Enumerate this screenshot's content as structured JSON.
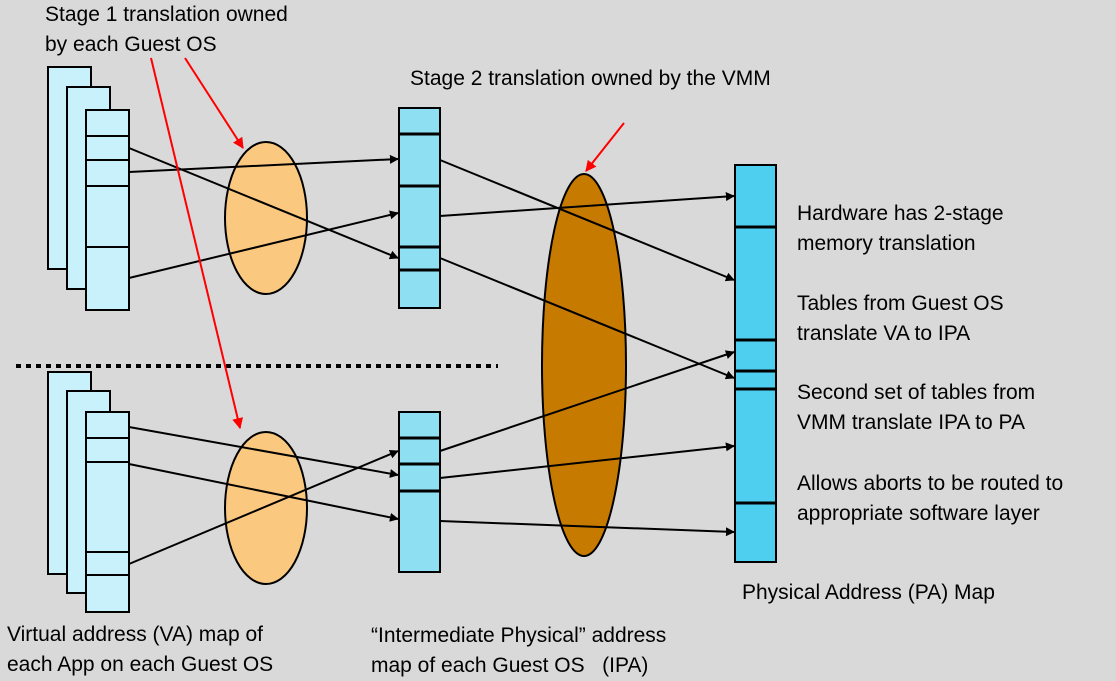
{
  "labels": {
    "stage1_line1": "Stage 1 translation owned",
    "stage1_line2": "by each Guest OS",
    "stage2": "Stage 2 translation owned by the VMM",
    "va_line1": "Virtual address (VA) map of",
    "va_line2": "each App on each Guest OS",
    "ipa_line1": "“Intermediate Physical” address",
    "ipa_line2": "map of each Guest OS   (IPA)",
    "pa_map": "Physical Address (PA) Map"
  },
  "notes": [
    {
      "line1": "Hardware has 2-stage",
      "line2": "memory translation"
    },
    {
      "line1": "Tables from Guest OS",
      "line2": "translate VA to IPA"
    },
    {
      "line1": "Second set of tables from",
      "line2": "VMM translate IPA to PA"
    },
    {
      "line1": "Allows aborts to be routed to",
      "line2": "appropriate software layer"
    }
  ],
  "colors": {
    "background": "#d9d9d9",
    "va_map_fill": "#c9f1fb",
    "ipa_map_fill": "#8fdff3",
    "pa_map_fill": "#4fcff0",
    "stage1_ellipse": "#fbc880",
    "stage2_ellipse": "#c77a00",
    "callout_arrow": "#ff0000"
  }
}
